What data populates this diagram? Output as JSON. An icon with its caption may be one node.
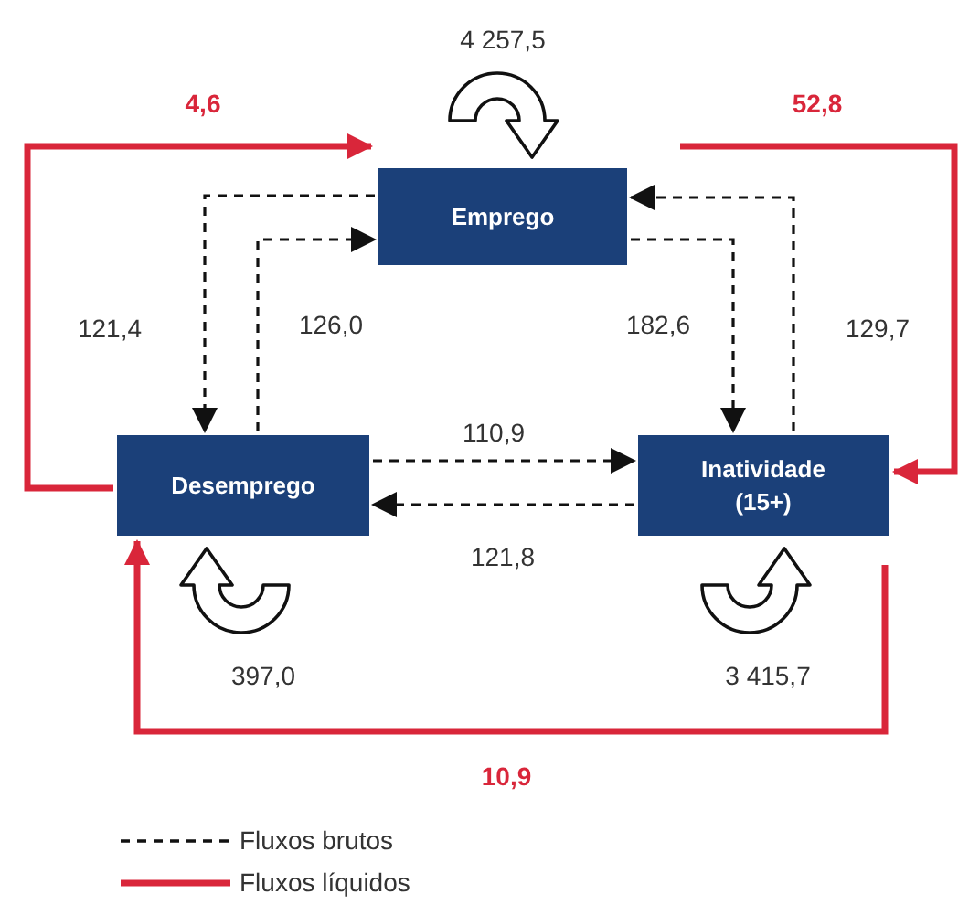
{
  "diagram": {
    "nodes": [
      {
        "text": [
          "Emprego"
        ]
      },
      {
        "text": [
          "Desemprego"
        ]
      },
      {
        "text": [
          "Inatividade (15+)"
        ]
      }
    ],
    "edges": [
      {
        "from": 1,
        "to": 0,
        "arrow": "to",
        "label": "4,6",
        "style": "thick",
        "color": "#d9263a"
      },
      {
        "from": 0,
        "to": 2,
        "arrow": "to",
        "label": "52,8",
        "style": "thick",
        "color": "#d9263a"
      },
      {
        "from": 0,
        "to": 1,
        "arrow": "to",
        "label": "121,4",
        "style": "dashed"
      },
      {
        "from": 1,
        "to": 0,
        "arrow": "to",
        "label": "126,0",
        "style": "dashed"
      },
      {
        "from": 0,
        "to": 2,
        "arrow": "to",
        "label": "182,6",
        "style": "dashed"
      },
      {
        "from": 2,
        "to": 0,
        "arrow": "to",
        "label": "129,7",
        "style": "dashed"
      },
      {
        "from": 1,
        "to": 2,
        "arrow": "to",
        "label": "110,9",
        "style": "dashed"
      },
      {
        "from": 2,
        "to": 1,
        "arrow": "to",
        "label": "121,8",
        "style": "dashed"
      },
      {
        "from": 2,
        "to": 1,
        "arrow": "to",
        "label": "10,9",
        "style": "thick",
        "color": "#d9263a"
      }
    ],
    "labels": [
      "4 257,5",
      "397,0",
      "3 415,7"
    ],
    "legend": [
      {
        "text": "Fluxos brutos"
      },
      {
        "text": "Fluxos líquidos"
      }
    ]
  }
}
